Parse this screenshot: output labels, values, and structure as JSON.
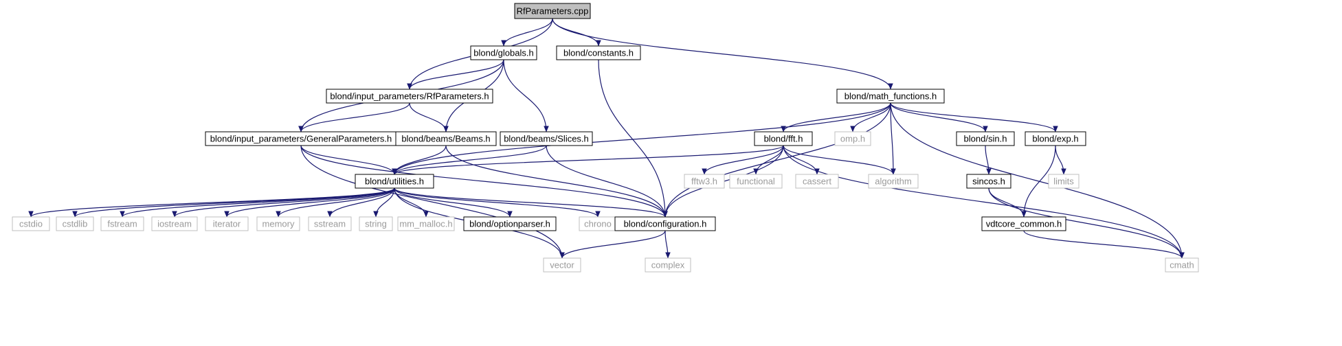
{
  "colors": {
    "edge": "#191970",
    "node_border": "#000000",
    "system_border": "#bfbfbf",
    "root_fill": "#bfbfbf",
    "node_fill": "#ffffff",
    "text": "#000000",
    "system_text": "#9a9a9a"
  },
  "nodes": [
    {
      "id": "root",
      "label": "RfParameters.cpp",
      "kind": "root"
    },
    {
      "id": "globals",
      "label": "blond/globals.h",
      "kind": "local"
    },
    {
      "id": "constants",
      "label": "blond/constants.h",
      "kind": "local"
    },
    {
      "id": "rfparams",
      "label": "blond/input_parameters/RfParameters.h",
      "kind": "local"
    },
    {
      "id": "mathf",
      "label": "blond/math_functions.h",
      "kind": "local"
    },
    {
      "id": "genparams",
      "label": "blond/input_parameters/GeneralParameters.h",
      "kind": "local"
    },
    {
      "id": "beams",
      "label": "blond/beams/Beams.h",
      "kind": "local"
    },
    {
      "id": "slices",
      "label": "blond/beams/Slices.h",
      "kind": "local"
    },
    {
      "id": "fft",
      "label": "blond/fft.h",
      "kind": "local"
    },
    {
      "id": "omp",
      "label": "omp.h",
      "kind": "system"
    },
    {
      "id": "sin",
      "label": "blond/sin.h",
      "kind": "local"
    },
    {
      "id": "exp",
      "label": "blond/exp.h",
      "kind": "local"
    },
    {
      "id": "utilities",
      "label": "blond/utilities.h",
      "kind": "local"
    },
    {
      "id": "fftw3",
      "label": "fftw3.h",
      "kind": "system"
    },
    {
      "id": "functional",
      "label": "functional",
      "kind": "system"
    },
    {
      "id": "cassert",
      "label": "cassert",
      "kind": "system"
    },
    {
      "id": "algorithm",
      "label": "algorithm",
      "kind": "system"
    },
    {
      "id": "sincos",
      "label": "sincos.h",
      "kind": "local"
    },
    {
      "id": "limits",
      "label": "limits",
      "kind": "system"
    },
    {
      "id": "cstdio",
      "label": "cstdio",
      "kind": "system"
    },
    {
      "id": "cstdlib",
      "label": "cstdlib",
      "kind": "system"
    },
    {
      "id": "fstream",
      "label": "fstream",
      "kind": "system"
    },
    {
      "id": "iostream",
      "label": "iostream",
      "kind": "system"
    },
    {
      "id": "iterator",
      "label": "iterator",
      "kind": "system"
    },
    {
      "id": "memory",
      "label": "memory",
      "kind": "system"
    },
    {
      "id": "sstream",
      "label": "sstream",
      "kind": "system"
    },
    {
      "id": "string",
      "label": "string",
      "kind": "system"
    },
    {
      "id": "mm_malloc",
      "label": "mm_malloc.h",
      "kind": "system"
    },
    {
      "id": "optionparser",
      "label": "blond/optionparser.h",
      "kind": "local"
    },
    {
      "id": "chrono",
      "label": "chrono",
      "kind": "system"
    },
    {
      "id": "configuration",
      "label": "blond/configuration.h",
      "kind": "local"
    },
    {
      "id": "vdtcore",
      "label": "vdtcore_common.h",
      "kind": "local"
    },
    {
      "id": "vector",
      "label": "vector",
      "kind": "system"
    },
    {
      "id": "complex",
      "label": "complex",
      "kind": "system"
    },
    {
      "id": "cmath",
      "label": "cmath",
      "kind": "system"
    }
  ],
  "edges": [
    [
      "root",
      "globals"
    ],
    [
      "root",
      "constants"
    ],
    [
      "root",
      "rfparams"
    ],
    [
      "root",
      "mathf"
    ],
    [
      "globals",
      "rfparams"
    ],
    [
      "globals",
      "genparams"
    ],
    [
      "globals",
      "beams"
    ],
    [
      "globals",
      "slices"
    ],
    [
      "constants",
      "configuration"
    ],
    [
      "rfparams",
      "genparams"
    ],
    [
      "rfparams",
      "beams"
    ],
    [
      "mathf",
      "utilities"
    ],
    [
      "mathf",
      "configuration"
    ],
    [
      "mathf",
      "fft"
    ],
    [
      "mathf",
      "omp"
    ],
    [
      "mathf",
      "algorithm"
    ],
    [
      "mathf",
      "cmath"
    ],
    [
      "mathf",
      "sin"
    ],
    [
      "mathf",
      "exp"
    ],
    [
      "genparams",
      "utilities"
    ],
    [
      "genparams",
      "configuration"
    ],
    [
      "genparams",
      "vector"
    ],
    [
      "beams",
      "utilities"
    ],
    [
      "beams",
      "configuration"
    ],
    [
      "slices",
      "utilities"
    ],
    [
      "slices",
      "configuration"
    ],
    [
      "fft",
      "utilities"
    ],
    [
      "fft",
      "fftw3"
    ],
    [
      "fft",
      "functional"
    ],
    [
      "fft",
      "cassert"
    ],
    [
      "fft",
      "algorithm"
    ],
    [
      "fft",
      "configuration"
    ],
    [
      "fft",
      "cmath"
    ],
    [
      "sin",
      "sincos"
    ],
    [
      "exp",
      "limits"
    ],
    [
      "exp",
      "vdtcore"
    ],
    [
      "sincos",
      "vdtcore"
    ],
    [
      "sincos",
      "cmath"
    ],
    [
      "vdtcore",
      "cmath"
    ],
    [
      "utilities",
      "cstdio"
    ],
    [
      "utilities",
      "cstdlib"
    ],
    [
      "utilities",
      "fstream"
    ],
    [
      "utilities",
      "iostream"
    ],
    [
      "utilities",
      "iterator"
    ],
    [
      "utilities",
      "memory"
    ],
    [
      "utilities",
      "sstream"
    ],
    [
      "utilities",
      "string"
    ],
    [
      "utilities",
      "mm_malloc"
    ],
    [
      "utilities",
      "optionparser"
    ],
    [
      "utilities",
      "chrono"
    ],
    [
      "utilities",
      "configuration"
    ],
    [
      "utilities",
      "vector"
    ],
    [
      "configuration",
      "vector"
    ],
    [
      "configuration",
      "complex"
    ]
  ]
}
